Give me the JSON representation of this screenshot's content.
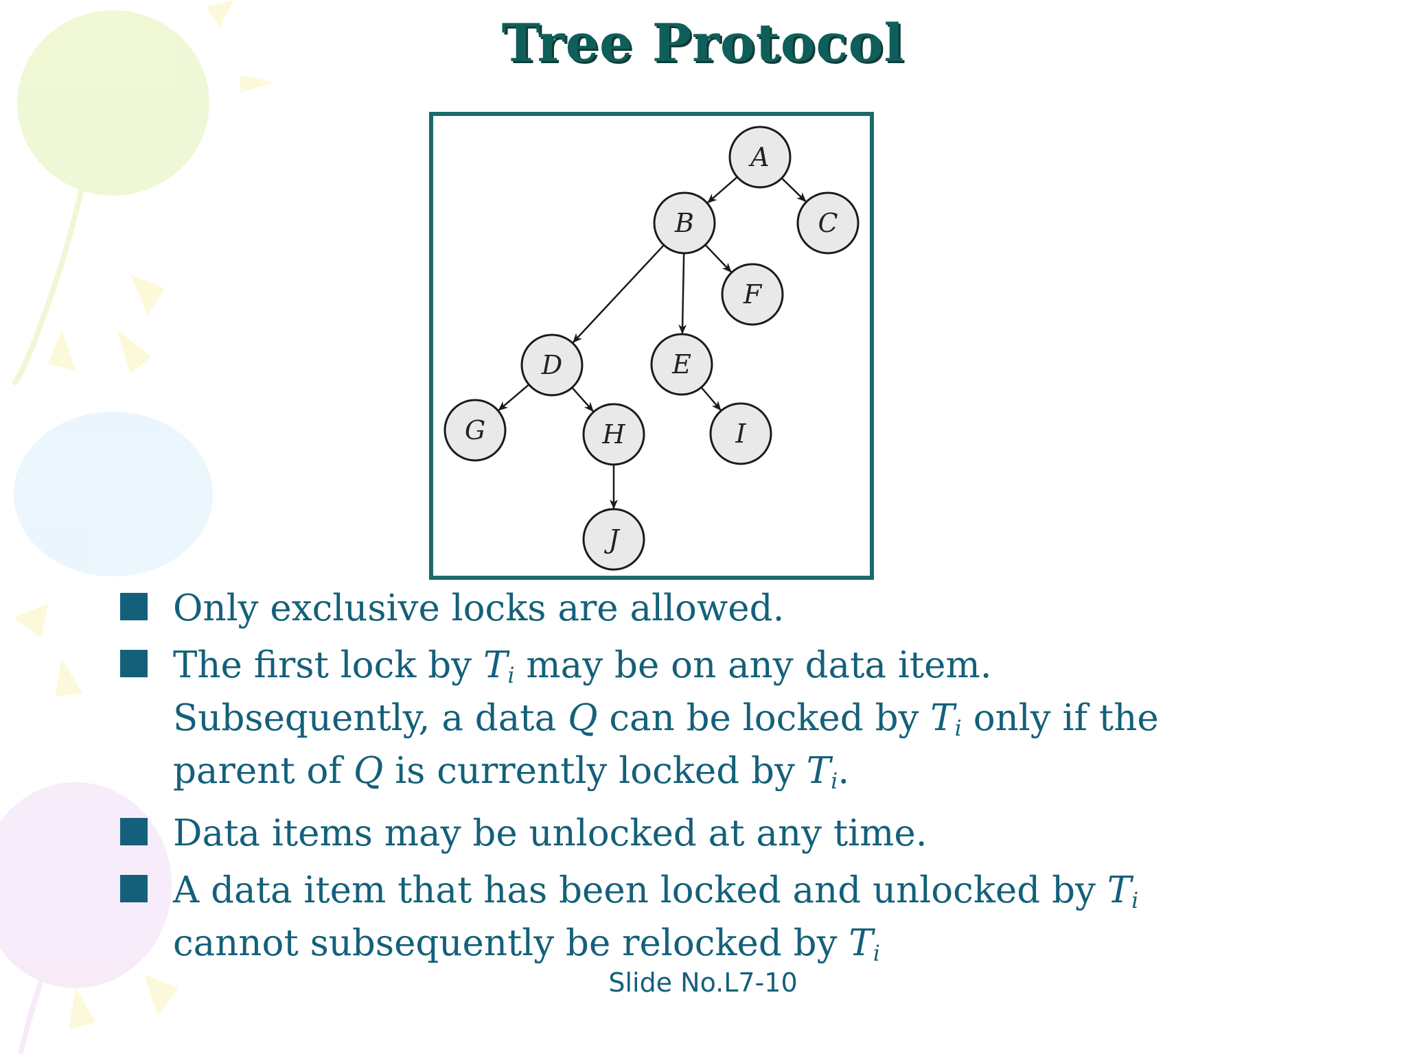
{
  "slide": {
    "title": "Tree Protocol",
    "footer": "Slide No.L7-10"
  },
  "diagram": {
    "nodes": [
      {
        "id": "A",
        "label": "A"
      },
      {
        "id": "B",
        "label": "B"
      },
      {
        "id": "C",
        "label": "C"
      },
      {
        "id": "F",
        "label": "F"
      },
      {
        "id": "D",
        "label": "D"
      },
      {
        "id": "E",
        "label": "E"
      },
      {
        "id": "G",
        "label": "G"
      },
      {
        "id": "H",
        "label": "H"
      },
      {
        "id": "I",
        "label": "I"
      },
      {
        "id": "J",
        "label": "J"
      }
    ],
    "edges": [
      {
        "from": "A",
        "to": "B"
      },
      {
        "from": "A",
        "to": "C"
      },
      {
        "from": "B",
        "to": "F"
      },
      {
        "from": "B",
        "to": "D"
      },
      {
        "from": "B",
        "to": "E"
      },
      {
        "from": "D",
        "to": "G"
      },
      {
        "from": "D",
        "to": "H"
      },
      {
        "from": "E",
        "to": "I"
      },
      {
        "from": "H",
        "to": "J"
      }
    ]
  },
  "bullets": {
    "b1": "Only exclusive locks are allowed.",
    "b2": {
      "t1": "The first lock by ",
      "T": "T",
      "i": "i",
      "t2": " may be on any data item.",
      "t3": "Subsequently, a data ",
      "Q": "Q",
      "t4": " can be locked by ",
      "t5": " only if the",
      "t6": "parent of ",
      "t7": " is currently locked by ",
      "t8": "."
    },
    "b3": "Data items may be unlocked at any time.",
    "b4": {
      "t1": "A data item that has been locked and unlocked by ",
      "T": "T",
      "i": "i",
      "t2": "cannot subsequently be relocked by "
    }
  },
  "colors": {
    "title": "#0e5f5a",
    "text": "#14607a",
    "frame": "#1a6b6b"
  }
}
